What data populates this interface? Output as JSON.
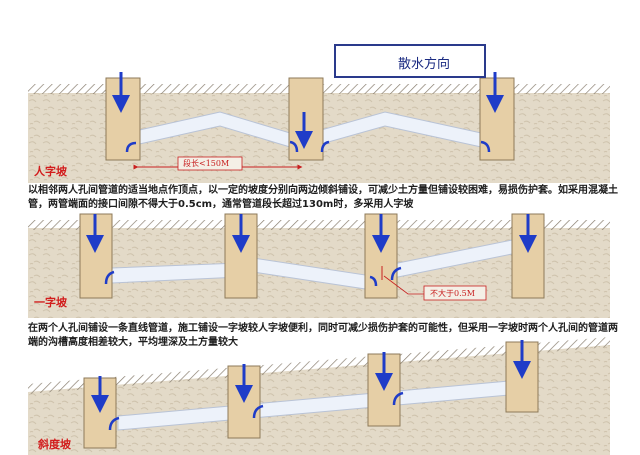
{
  "legend": {
    "label": "散水方向",
    "icon": "blue-arrow-right-icon"
  },
  "sections": [
    {
      "label": "人字坡",
      "dimension_note": "段长<150M"
    },
    {
      "label": "一字坡",
      "dimension_note": "不大于0.5M"
    },
    {
      "label": "斜度坡"
    }
  ],
  "descriptions": [
    "以相邻两人孔间管道的适当地点作顶点，以一定的坡度分别向两边倾斜铺设，可减少土方量但铺设较困难，易损伤护套。如采用混凝土管，两管端面的接口间隙不得大于0.5cm，通常管道段长超过130m时，多采用人字坡",
    "在两个人孔间铺设一条直线管道，施工铺设一字坡较人字坡便利，同时可减少损伤护套的可能性，但采用一字坡时两个人孔间的管道两端的沟槽高度相差较大，平均埋深及土方量较大"
  ],
  "colors": {
    "arrow": "#1f3cc8",
    "label_red": "#d21c1c",
    "soil": "#e3d9c5",
    "pit": "#e6cfa6",
    "pipe": "#edf2fa"
  }
}
